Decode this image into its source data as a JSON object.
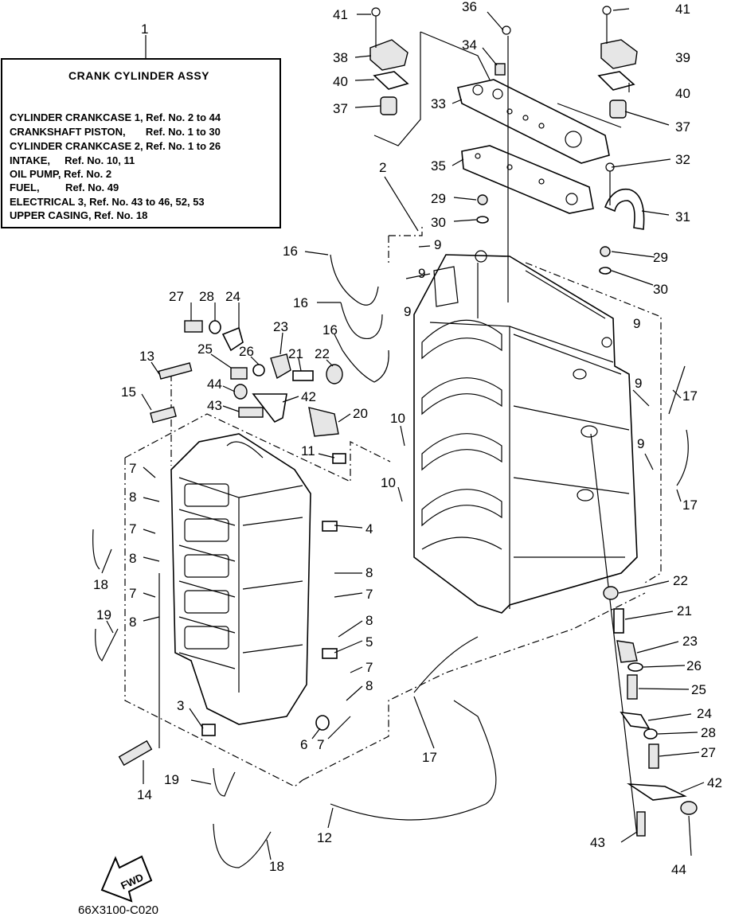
{
  "title_box": {
    "number": "1",
    "heading": "CRANK CYLINDER ASSY",
    "lines": [
      "CYLINDER CRANKCASE 1, Ref. No. 2 to 44",
      "CRANKSHAFT PISTON,       Ref. No. 1 to 30",
      "CYLINDER CRANKCASE 2, Ref. No. 1 to 26",
      "INTAKE,     Ref. No. 10, 11",
      "OIL PUMP, Ref. No. 2",
      "FUEL,         Ref. No. 49",
      "ELECTRICAL 3, Ref. No. 43 to 46, 52, 53",
      "UPPER CASING, Ref. No. 18"
    ]
  },
  "fwd_label": "FWD",
  "drawing_code": "66X3100-C020",
  "callouts": [
    {
      "id": "41",
      "text": "41"
    },
    {
      "id": "36",
      "text": "36"
    },
    {
      "id": "41b",
      "text": "41"
    },
    {
      "id": "38",
      "text": "38"
    },
    {
      "id": "34",
      "text": "34"
    },
    {
      "id": "39",
      "text": "39"
    },
    {
      "id": "40",
      "text": "40"
    },
    {
      "id": "40b",
      "text": "40"
    },
    {
      "id": "37",
      "text": "37"
    },
    {
      "id": "33",
      "text": "33"
    },
    {
      "id": "37b",
      "text": "37"
    },
    {
      "id": "2",
      "text": "2"
    },
    {
      "id": "35",
      "text": "35"
    },
    {
      "id": "32",
      "text": "32"
    },
    {
      "id": "29",
      "text": "29"
    },
    {
      "id": "31",
      "text": "31"
    },
    {
      "id": "30",
      "text": "30"
    },
    {
      "id": "9a",
      "text": "9"
    },
    {
      "id": "16a",
      "text": "16"
    },
    {
      "id": "29b",
      "text": "29"
    },
    {
      "id": "9b",
      "text": "9"
    },
    {
      "id": "30b",
      "text": "30"
    },
    {
      "id": "27",
      "text": "27"
    },
    {
      "id": "28",
      "text": "28"
    },
    {
      "id": "24",
      "text": "24"
    },
    {
      "id": "16b",
      "text": "16"
    },
    {
      "id": "9c",
      "text": "9"
    },
    {
      "id": "23",
      "text": "23"
    },
    {
      "id": "16c",
      "text": "16"
    },
    {
      "id": "9d",
      "text": "9"
    },
    {
      "id": "25",
      "text": "25"
    },
    {
      "id": "26",
      "text": "26"
    },
    {
      "id": "21",
      "text": "21"
    },
    {
      "id": "22",
      "text": "22"
    },
    {
      "id": "13",
      "text": "13"
    },
    {
      "id": "44",
      "text": "44"
    },
    {
      "id": "9e",
      "text": "9"
    },
    {
      "id": "17a",
      "text": "17"
    },
    {
      "id": "42",
      "text": "42"
    },
    {
      "id": "15",
      "text": "15"
    },
    {
      "id": "43",
      "text": "43"
    },
    {
      "id": "20",
      "text": "20"
    },
    {
      "id": "10a",
      "text": "10"
    },
    {
      "id": "9f",
      "text": "9"
    },
    {
      "id": "11",
      "text": "11"
    },
    {
      "id": "7a",
      "text": "7"
    },
    {
      "id": "10b",
      "text": "10"
    },
    {
      "id": "17b",
      "text": "17"
    },
    {
      "id": "8a",
      "text": "8"
    },
    {
      "id": "4",
      "text": "4"
    },
    {
      "id": "7b",
      "text": "7"
    },
    {
      "id": "8b",
      "text": "8"
    },
    {
      "id": "18a",
      "text": "18"
    },
    {
      "id": "8c",
      "text": "8"
    },
    {
      "id": "22b",
      "text": "22"
    },
    {
      "id": "7c",
      "text": "7"
    },
    {
      "id": "7d",
      "text": "7"
    },
    {
      "id": "21b",
      "text": "21"
    },
    {
      "id": "19a",
      "text": "19"
    },
    {
      "id": "8d",
      "text": "8"
    },
    {
      "id": "8e",
      "text": "8"
    },
    {
      "id": "5",
      "text": "5"
    },
    {
      "id": "23b",
      "text": "23"
    },
    {
      "id": "7e",
      "text": "7"
    },
    {
      "id": "26b",
      "text": "26"
    },
    {
      "id": "8f",
      "text": "8"
    },
    {
      "id": "25b",
      "text": "25"
    },
    {
      "id": "3",
      "text": "3"
    },
    {
      "id": "24b",
      "text": "24"
    },
    {
      "id": "6",
      "text": "6"
    },
    {
      "id": "7f",
      "text": "7"
    },
    {
      "id": "17c",
      "text": "17"
    },
    {
      "id": "28b",
      "text": "28"
    },
    {
      "id": "27b",
      "text": "27"
    },
    {
      "id": "19b",
      "text": "19"
    },
    {
      "id": "14",
      "text": "14"
    },
    {
      "id": "42b",
      "text": "42"
    },
    {
      "id": "12",
      "text": "12"
    },
    {
      "id": "43b",
      "text": "43"
    },
    {
      "id": "18b",
      "text": "18"
    },
    {
      "id": "44b",
      "text": "44"
    }
  ]
}
